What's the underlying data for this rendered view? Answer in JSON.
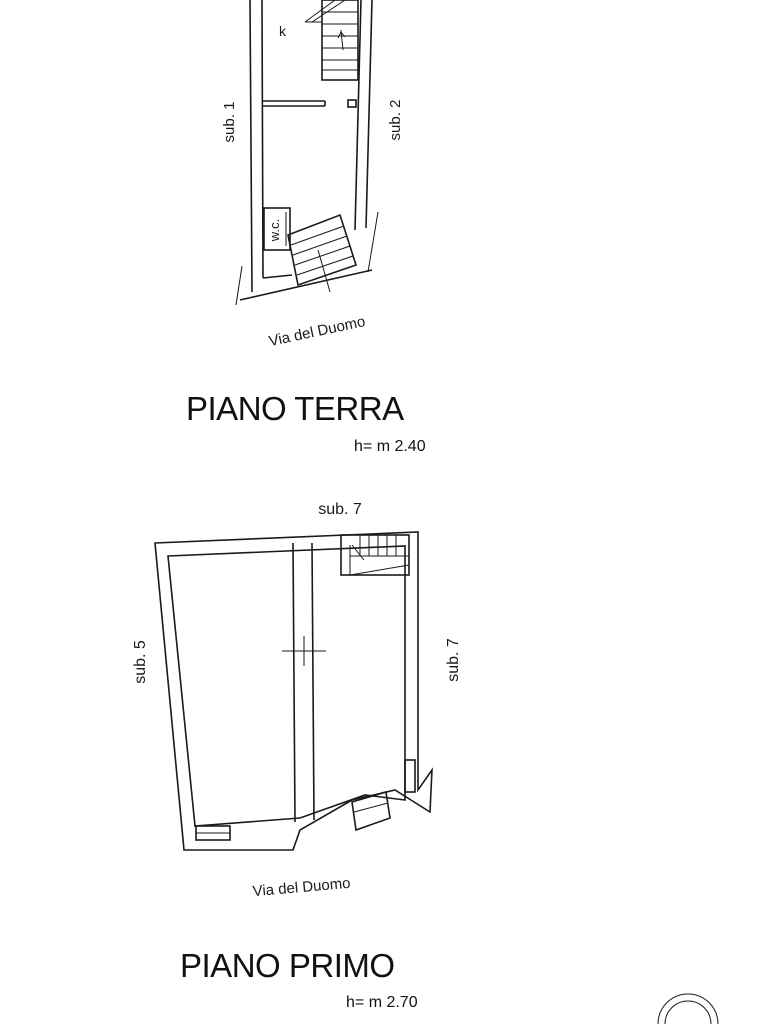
{
  "floors": [
    {
      "title": "PIANO TERRA",
      "height": "h= m 2.40",
      "labels": {
        "left_neighbor": "sub. 1",
        "right_neighbor": "sub. 2",
        "kitchen": "k",
        "wc": "w.c.",
        "street": "Via del Duomo"
      }
    },
    {
      "title": "PIANO PRIMO",
      "height": "h= m 2.70",
      "labels": {
        "top_neighbor": "sub. 7",
        "left_neighbor": "sub. 5",
        "right_neighbor": "sub. 7",
        "street": "Via del Duomo"
      }
    }
  ],
  "colors": {
    "line": "#1a1a1a",
    "background": "#ffffff"
  }
}
